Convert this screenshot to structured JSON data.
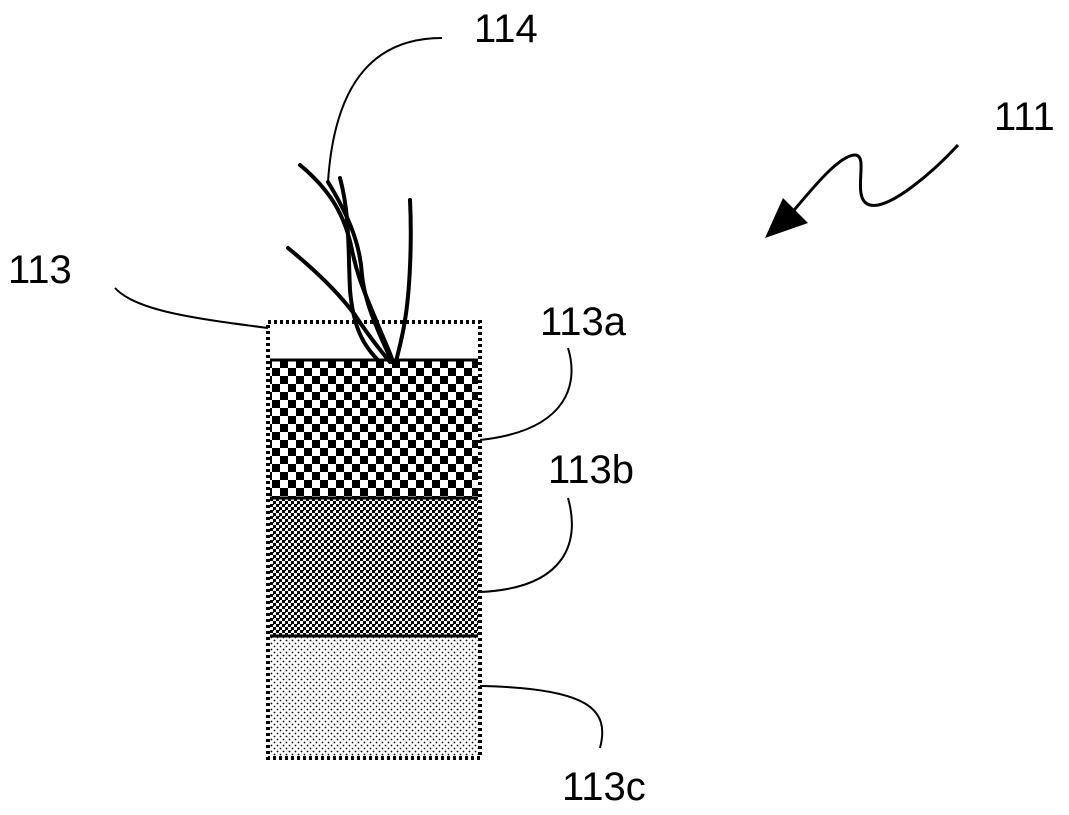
{
  "colors": {
    "line": "#000000",
    "background": "#ffffff"
  },
  "labels": {
    "assembly": "111",
    "container": "113",
    "layer_a": "113a",
    "layer_b": "113b",
    "layer_c": "113c",
    "roots": "114"
  }
}
